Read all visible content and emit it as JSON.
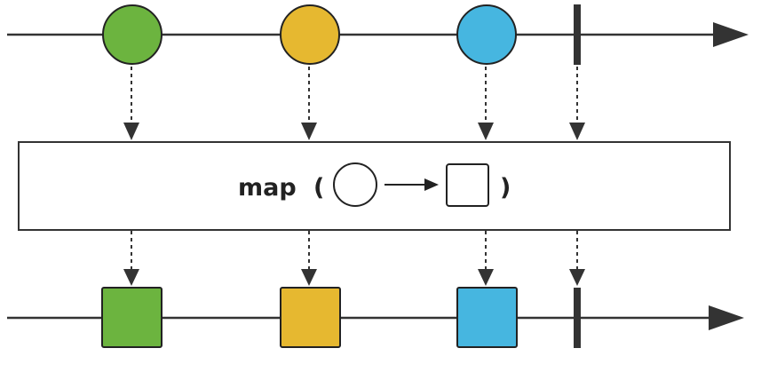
{
  "operator": {
    "name": "map",
    "open_paren": "(",
    "close_paren": ")",
    "input_shape": "circle",
    "output_shape": "square"
  },
  "input_stream": {
    "items": [
      {
        "shape": "circle",
        "color": "#6cb43f"
      },
      {
        "shape": "circle",
        "color": "#e6b830"
      },
      {
        "shape": "circle",
        "color": "#46b6e0"
      }
    ],
    "terminated": true
  },
  "output_stream": {
    "items": [
      {
        "shape": "square",
        "color": "#6cb43f"
      },
      {
        "shape": "square",
        "color": "#e6b830"
      },
      {
        "shape": "square",
        "color": "#46b6e0"
      }
    ],
    "terminated": true
  },
  "colors": {
    "line": "#333333",
    "stroke": "#222222",
    "background": "#ffffff",
    "page_border": "#eef6fb"
  }
}
